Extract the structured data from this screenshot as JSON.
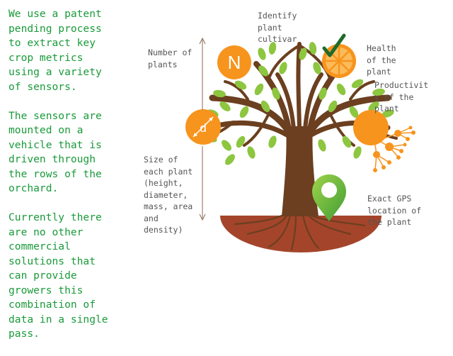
{
  "intro": {
    "p1": "We use a patent\npending process\nto extract key\ncrop metrics\nusing a variety\nof sensors.",
    "p2": "The sensors are\nmounted on a\nvehicle that is\ndriven through\nthe rows of the\norchard.",
    "p3": "Currently there\nare no other\ncommercial\nsolutions that\ncan provide\ngrowers this\ncombination of\ndata in a single\npass."
  },
  "labels": {
    "number_of_plants": "Number of\nplants",
    "identify_cultivar": "Identify\nplant\ncultivar",
    "health": "Health\nof the\nplant",
    "productivity": "Productivit\ny of the\nplant",
    "size": "Size of\neach plant\n(height,\ndiameter,\nmass, area\nand\ndensity)",
    "gps": "Exact GPS\nlocation of\nthe plant"
  },
  "icons": {
    "n_letter": "N",
    "d_letter": "d"
  },
  "colors": {
    "text_green": "#1a9a3a",
    "trunk_brown": "#6b3f1f",
    "soil_red": "#a4452b",
    "leaf_green": "#8dc63f",
    "fruit_orange": "#f7941d",
    "pin_green": "#6cbd45"
  }
}
